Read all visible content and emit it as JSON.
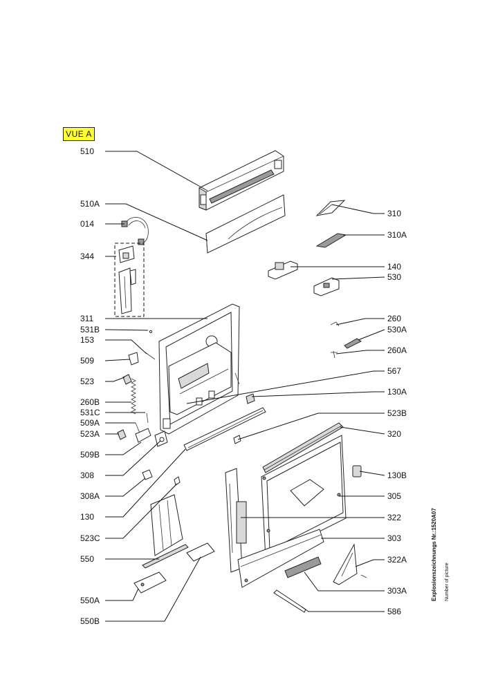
{
  "badge": "VUE A",
  "labels": {
    "l510": "510",
    "l510A": "510A",
    "l014": "014",
    "l344": "344",
    "l311": "311",
    "l531B": "531B",
    "l153": "153",
    "l509": "509",
    "l523": "523",
    "l260B": "260B",
    "l531C": "531C",
    "l509A": "509A",
    "l523A": "523A",
    "l509B": "509B",
    "l308": "308",
    "l308A": "308A",
    "l130": "130",
    "l523C": "523C",
    "l550": "550",
    "l550A": "550A",
    "l550B": "550B",
    "r310": "310",
    "r310A": "310A",
    "r140": "140",
    "r530": "530",
    "r260": "260",
    "r530A": "530A",
    "r260A": "260A",
    "r567": "567",
    "r130A": "130A",
    "r523B": "523B",
    "r320": "320",
    "r130B": "130B",
    "r305": "305",
    "r322": "322",
    "r303": "303",
    "r322A": "322A",
    "r303A": "303A",
    "r586": "586"
  },
  "side_text": {
    "line1": "Explosionszeichnungs Nr.:1520A07",
    "line2": "Number of picture"
  }
}
